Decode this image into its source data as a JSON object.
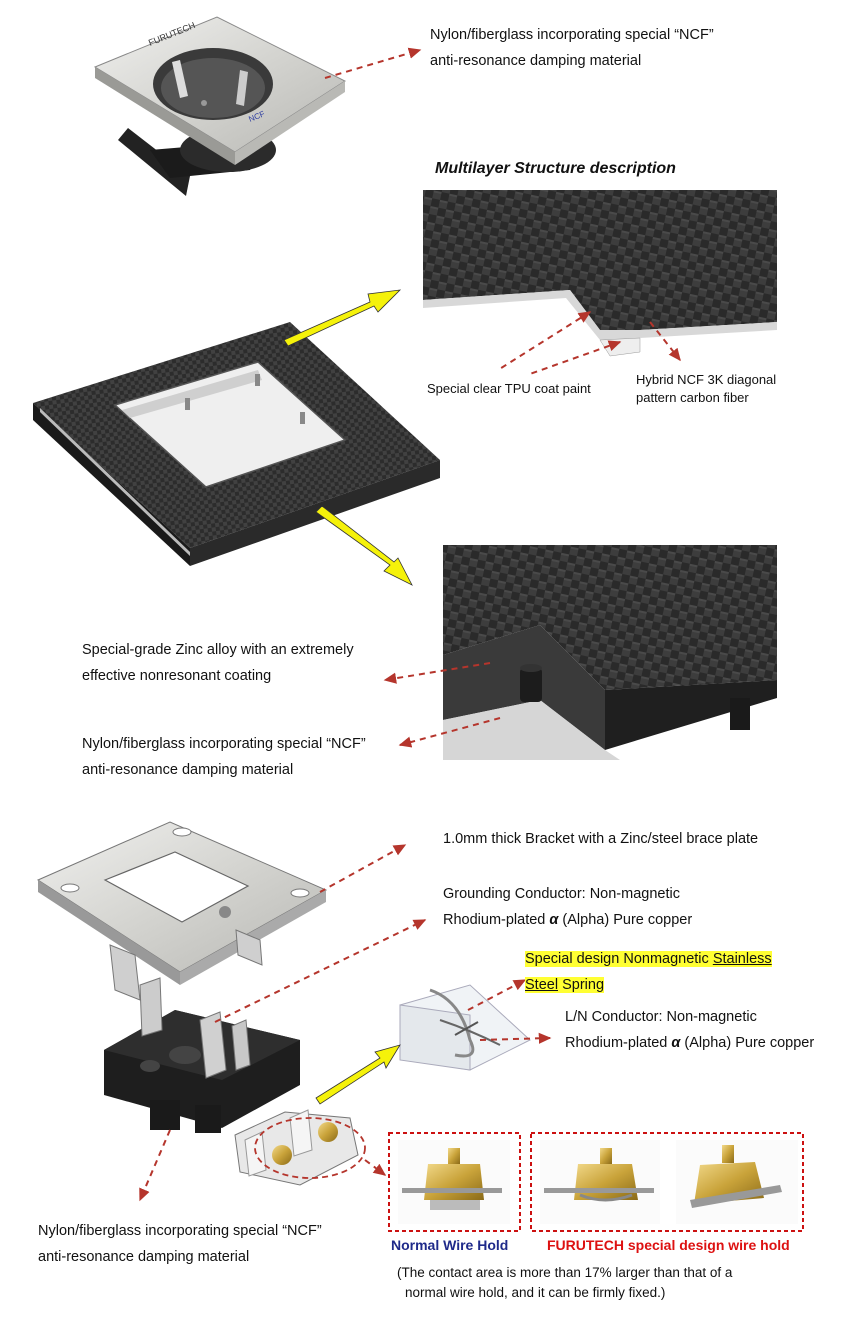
{
  "top_label": {
    "line1": "Nylon/fiberglass incorporating special “NCF”",
    "line2": "anti-resonance damping material"
  },
  "cover_brand": "FURUTECH",
  "cover_ncf": "NCF",
  "multilayer_title": "Multilayer Structure description",
  "tpu_label": "Special clear TPU coat paint",
  "carbon_label": {
    "line1": "Hybrid NCF 3K diagonal",
    "line2": "pattern carbon fiber"
  },
  "zinc_label": {
    "line1": "Special-grade Zinc alloy with an extremely",
    "line2": "effective nonresonant coating"
  },
  "mid_nylon_label": {
    "line1": "Nylon/fiberglass incorporating special “NCF”",
    "line2": "anti-resonance damping material"
  },
  "bracket_label": "1.0mm thick Bracket with a Zinc/steel brace plate",
  "grounding_label": {
    "line1": "Grounding Conductor: Non-magnetic",
    "line2_pre": "Rhodium-plated ",
    "alpha": "α",
    "line2_post": " (Alpha) Pure copper"
  },
  "spring_label": {
    "part1": "Special design Nonmagnetic ",
    "part2": "Stainless",
    "part3": "Steel",
    "part4": " Spring"
  },
  "ln_label": {
    "line1": "L/N Conductor: Non-magnetic",
    "line2_pre": "Rhodium-plated ",
    "alpha": "α",
    "line2_post": " (Alpha) Pure copper"
  },
  "bottom_nylon_label": {
    "line1": "Nylon/fiberglass incorporating special “NCF”",
    "line2": "anti-resonance damping material"
  },
  "normal_wire_label": "Normal Wire Hold",
  "furutech_wire_label": "FURUTECH special design wire hold",
  "contact_note": {
    "line1": "(The contact area is more than 17% larger than that of a",
    "line2": "normal wire hold, and it can be firmly fixed.)"
  },
  "colors": {
    "arrow_yellow": "#f5f20a",
    "dashed_red": "#b5352c",
    "highlight": "#ffff33",
    "blue_label": "#1f2a8a",
    "red_label": "#d11111"
  }
}
